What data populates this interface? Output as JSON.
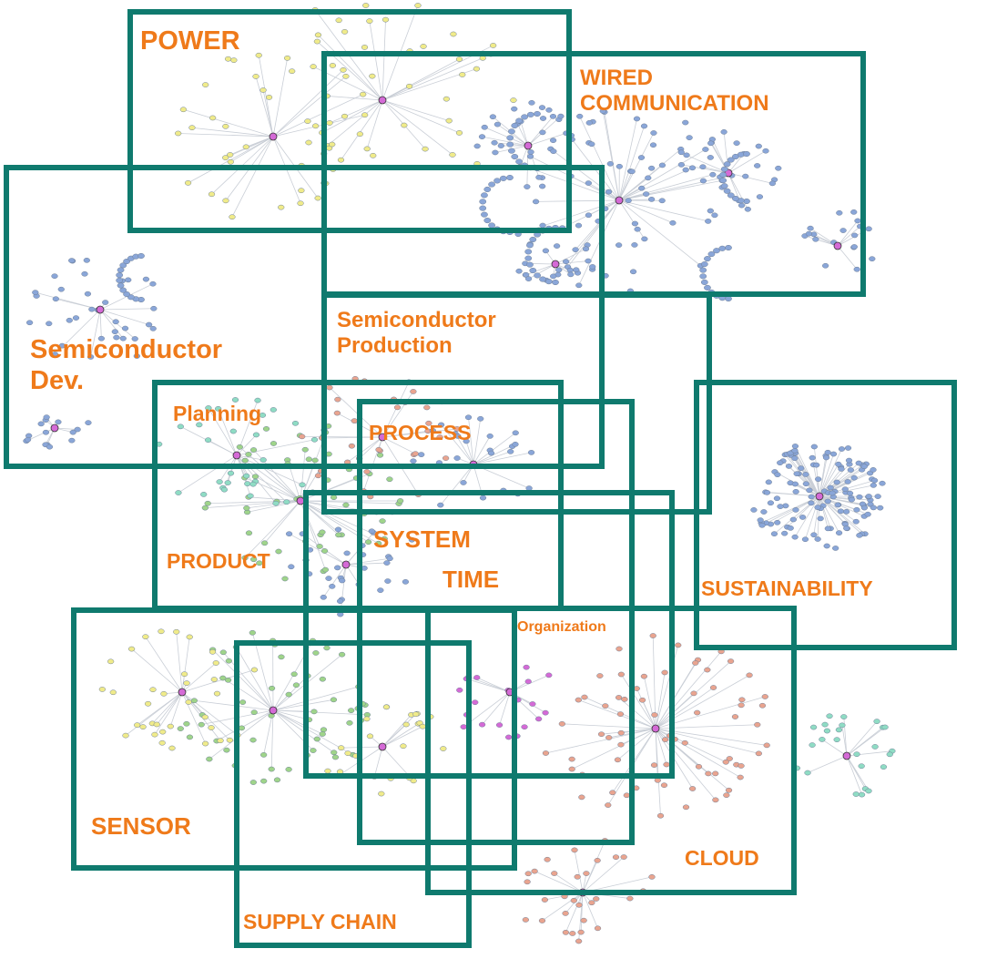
{
  "colors": {
    "border": "#0f7a6e",
    "label": "#ef7a1a",
    "node_blue": "#8aa6d8",
    "node_yellow": "#f0eb8a",
    "node_green": "#9fd48a",
    "node_salmon": "#e9a48f",
    "node_teal": "#8fdcc4",
    "node_magenta": "#d46ad6",
    "edge": "#c9ced6"
  },
  "regions": {
    "power": "POWER",
    "wired": "WIRED\nCOMMUNICATION",
    "semi_dev": "Semiconductor\nDev.",
    "semi_prod": "Semiconductor\nProduction",
    "planning": "Planning",
    "process": "PROCESS",
    "system": "SYSTEM",
    "time": "TIME",
    "product": "PRODUCT",
    "sustainability": "SUSTAINABILITY",
    "organization": "Organization",
    "sensor": "SENSOR",
    "cloud": "CLOUD",
    "supply_chain": "SUPPLY CHAIN"
  }
}
